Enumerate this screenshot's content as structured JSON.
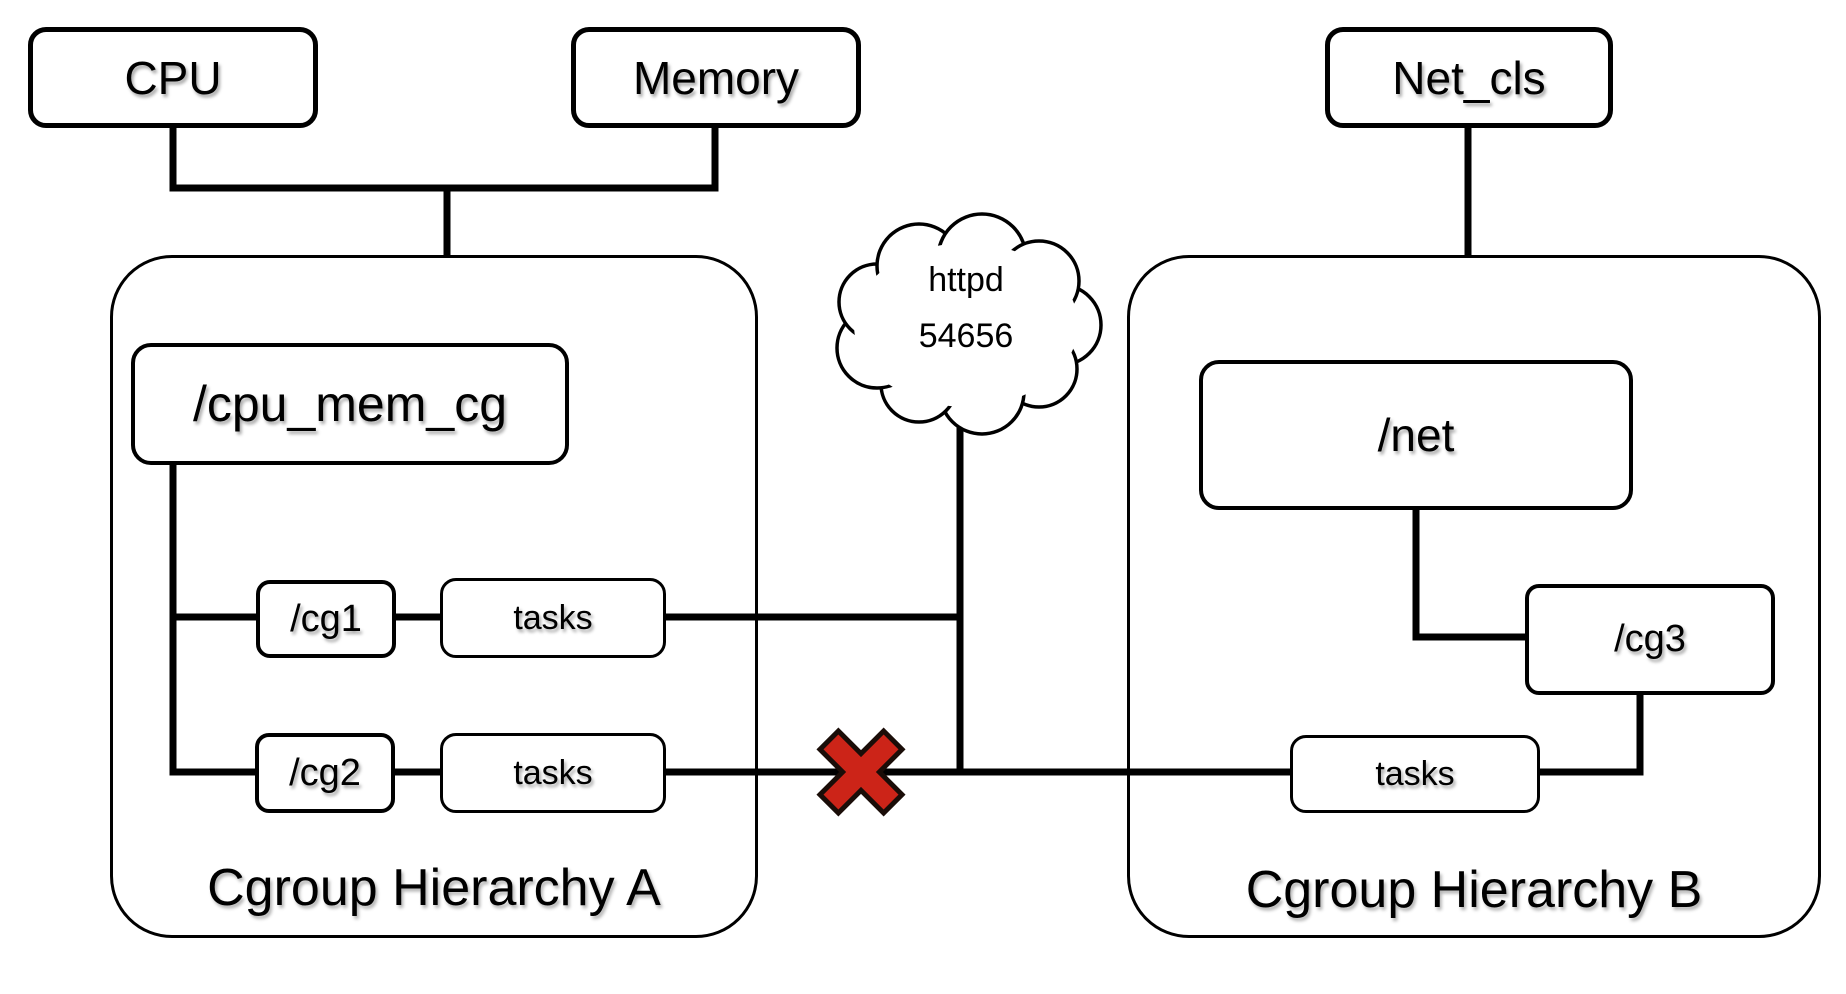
{
  "controllers": {
    "cpu": "CPU",
    "memory": "Memory",
    "net_cls": "Net_cls"
  },
  "hierarchy_a": {
    "title": "Cgroup Hierarchy A",
    "root": "/cpu_mem_cg",
    "cg1": {
      "name": "/cg1",
      "tasks": "tasks"
    },
    "cg2": {
      "name": "/cg2",
      "tasks": "tasks"
    }
  },
  "hierarchy_b": {
    "title": "Cgroup Hierarchy B",
    "root": "/net",
    "cg3": {
      "name": "/cg3",
      "tasks": "tasks"
    }
  },
  "process_cloud": {
    "name": "httpd",
    "pid": "54656"
  },
  "colors": {
    "line": "#000000",
    "cross_fill": "#cc2418",
    "cross_outline": "#1a0d08",
    "background": "#ffffff"
  }
}
